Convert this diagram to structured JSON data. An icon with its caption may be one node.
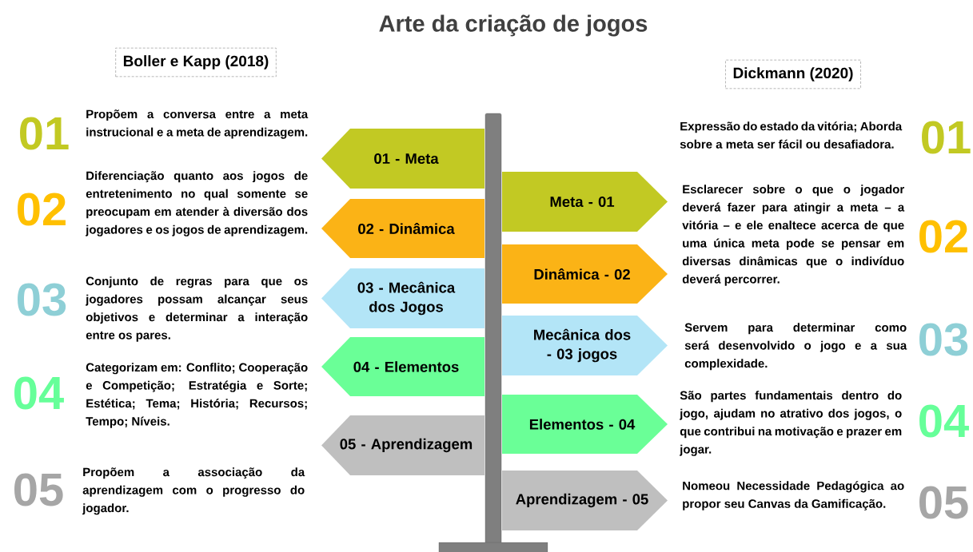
{
  "diagram": {
    "title": "Arte da criação de jogos",
    "nodes": [
      {
        "text": [
          "Boller e Kapp (2018)"
        ]
      },
      {
        "text": [
          "Dickmann (2020)"
        ]
      },
      {
        "text": [
          "01 - Meta"
        ]
      },
      {
        "text": [
          "Meta - 01"
        ]
      },
      {
        "text": [
          "02 - Dinâmica"
        ]
      },
      {
        "text": [
          "Dinâmica - 02"
        ]
      },
      {
        "text": [
          "03 - Mecânica dos Jogos"
        ]
      },
      {
        "text": [
          "Mecânica dos - 03 jogos"
        ]
      },
      {
        "text": [
          "04 - Elementos"
        ]
      },
      {
        "text": [
          "Elementos - 04"
        ]
      },
      {
        "text": [
          "05 - Aprendizagem"
        ]
      },
      {
        "text": [
          "Aprendizagem - 05"
        ]
      }
    ],
    "labels": [
      "01",
      "Propõem a conversa entre a meta instrucional e a meta de aprendizagem.",
      "02",
      "Diferenciação quanto aos jogos de entretenimento no qual somente se preocupam em atender à diversão dos jogadores e os jogos de aprendizagem.",
      "03",
      "Conjunto de regras para que os jogadores possam alcançar seus objetivos e determinar a interação entre os pares.",
      "04",
      "Categorizam em: Conflito; Cooperação e Competição; Estratégia e Sorte; Estética; Tema; História; Recursos; Tempo; Níveis.",
      "05",
      "Propõem a associação da aprendizagem com o progresso do jogador.",
      "Expressão do estado da vitória; Aborda sobre a meta ser fácil ou desafiadora.",
      "01",
      "Esclarecer sobre o que o jogador deverá fazer para atingir a meta – a vitória – e ele enaltece acerca de que uma única meta pode se pensar em diversas dinâmicas que o indivíduo deverá percorrer.",
      "02",
      "Servem para determinar como será desenvolvido o jogo e a sua complexidade.",
      "03",
      "São partes fundamentais dentro do jogo, ajudam no atrativo dos jogos, o que contribui na motivação e prazer em jogar.",
      "04",
      "Nomeou Necessidade Pedagógica ao propor seu Canvas da Gamificação.",
      "05"
    ]
  }
}
